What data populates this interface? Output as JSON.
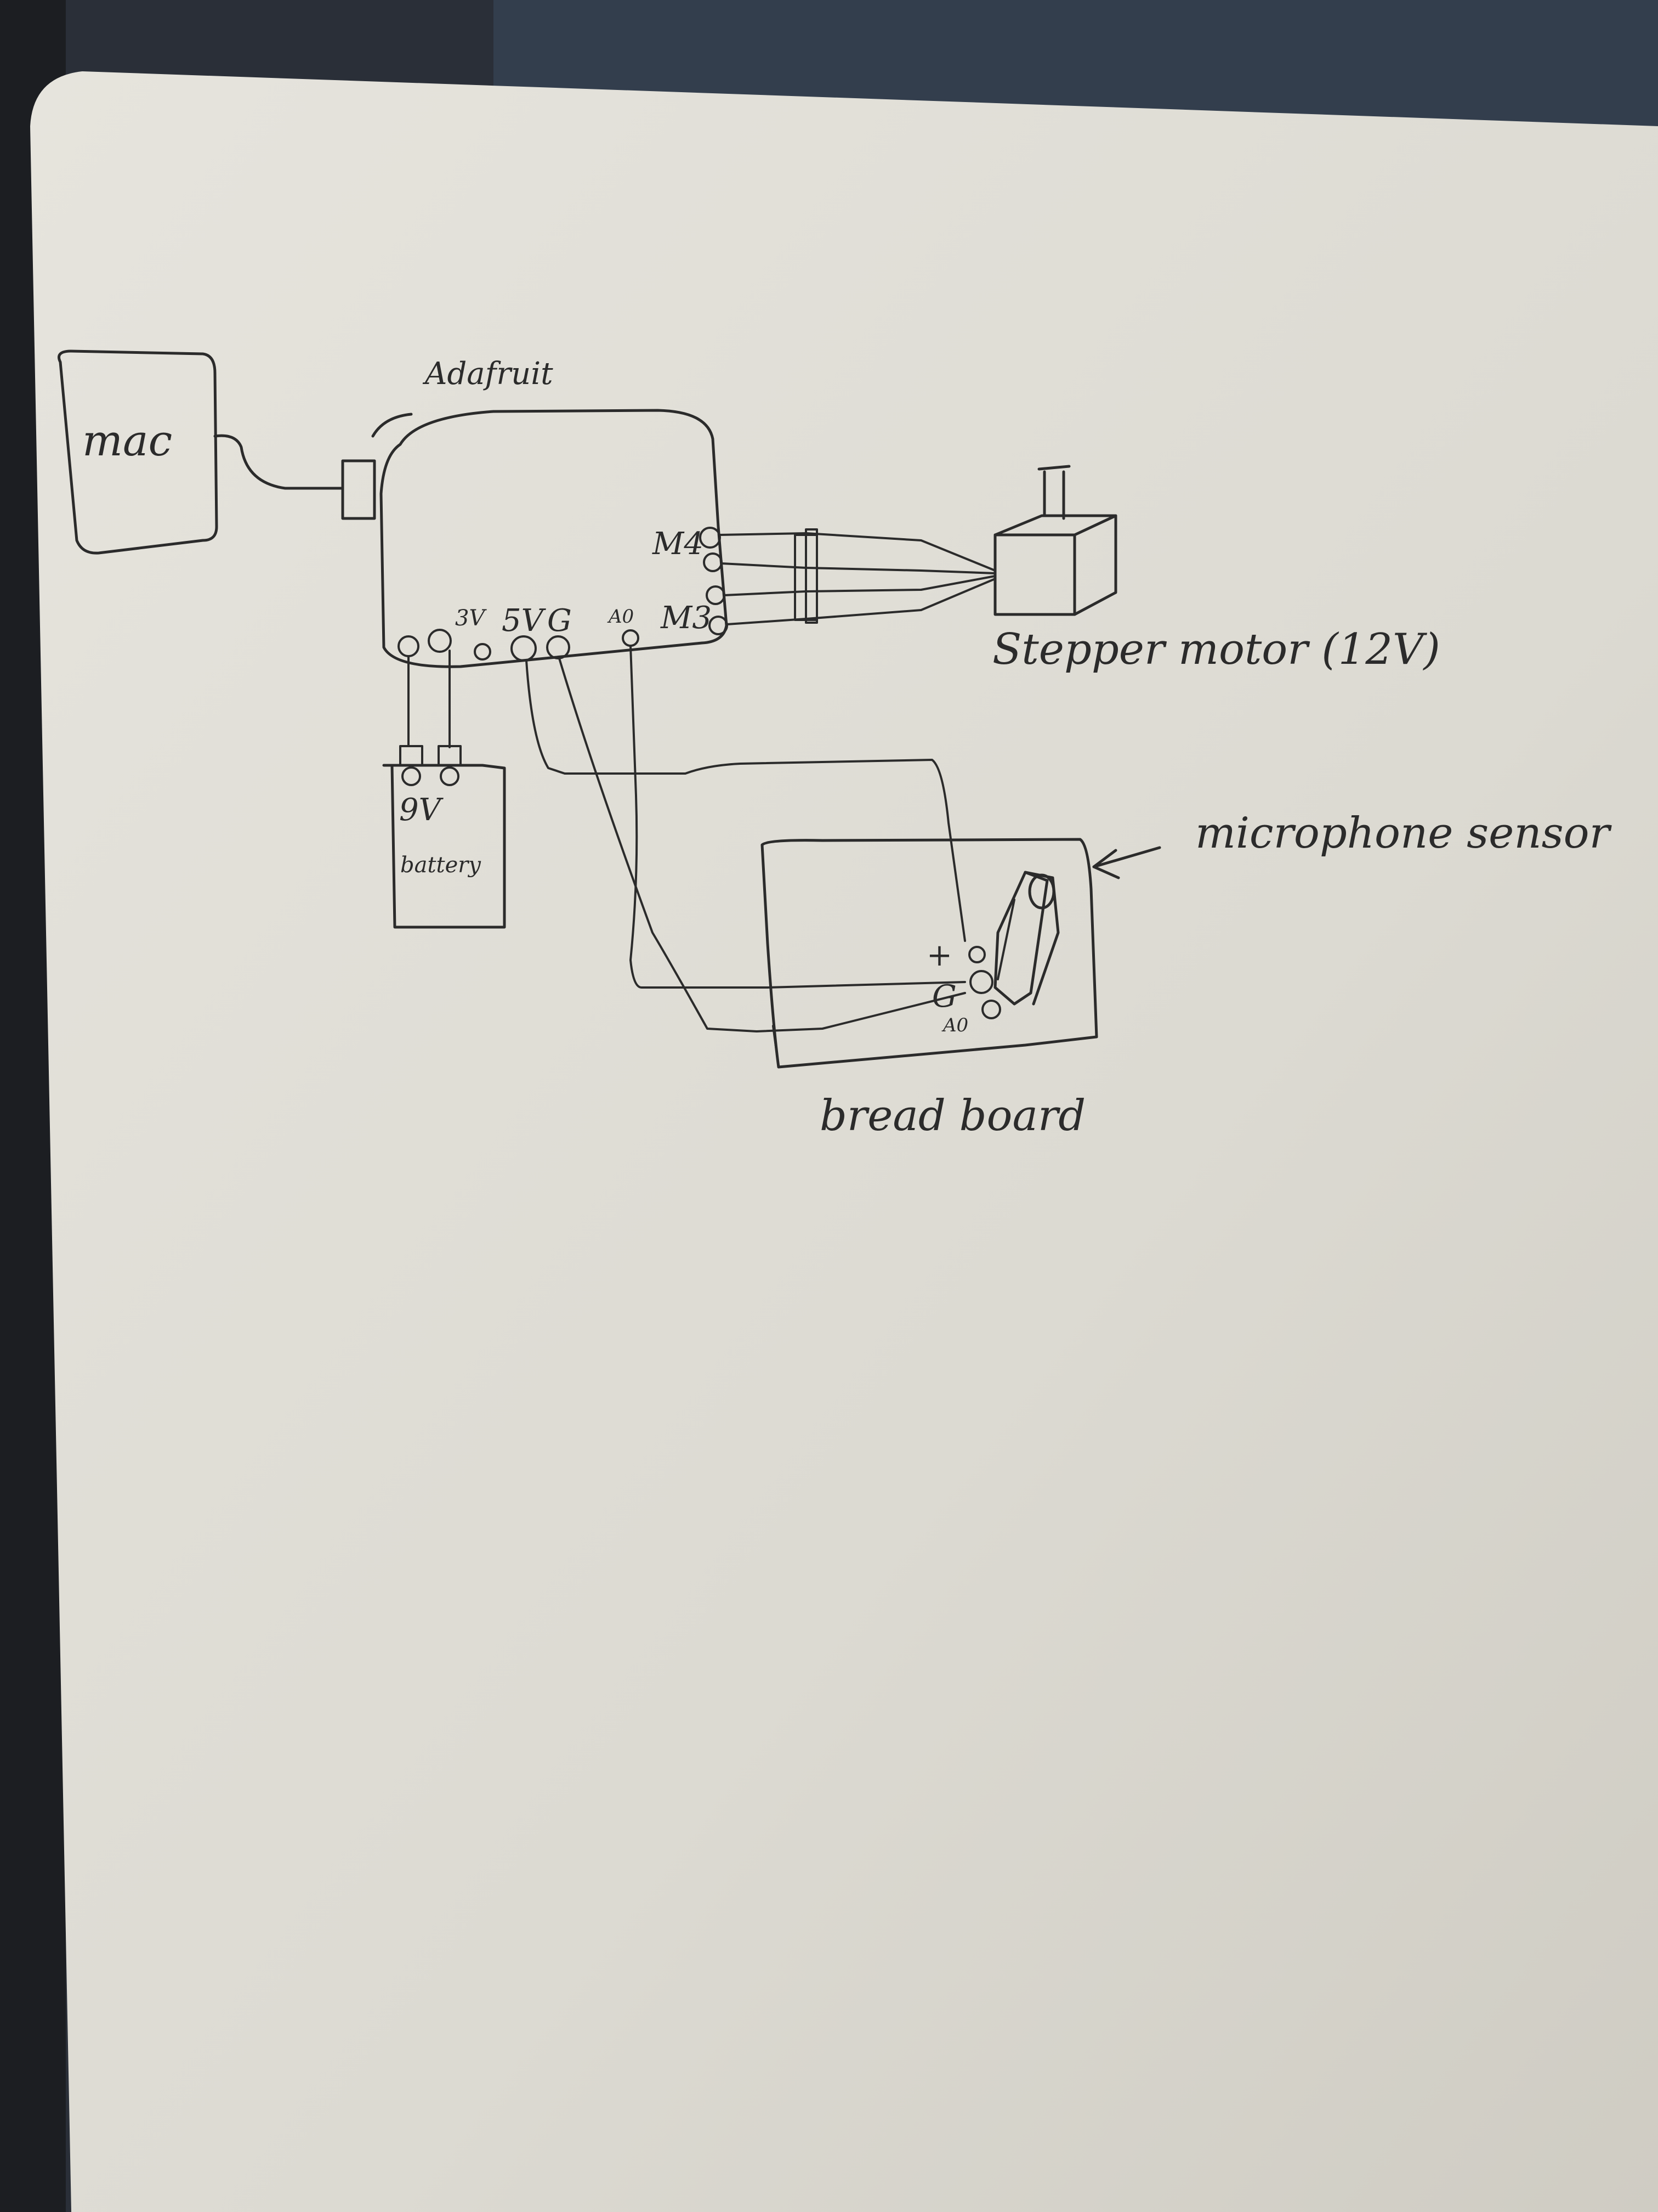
{
  "labels": {
    "mac": "mac",
    "adafruit": "Adafruit",
    "stepper_motor": "Stepper motor (12V)",
    "battery_voltage": "9V",
    "battery": "battery",
    "microphone_sensor": "microphone sensor",
    "bread_board": "bread board"
  },
  "pins": {
    "board_3v": "3V",
    "board_5v": "5V",
    "board_g": "G",
    "board_a0": "A0",
    "board_m4": "M4",
    "board_m3": "M3",
    "mic_plus": "+",
    "mic_g": "G",
    "mic_a0": "A0"
  },
  "colors": {
    "paper": "#e3e1da",
    "ink": "#2b2b2b",
    "background": "#2a2f38"
  }
}
